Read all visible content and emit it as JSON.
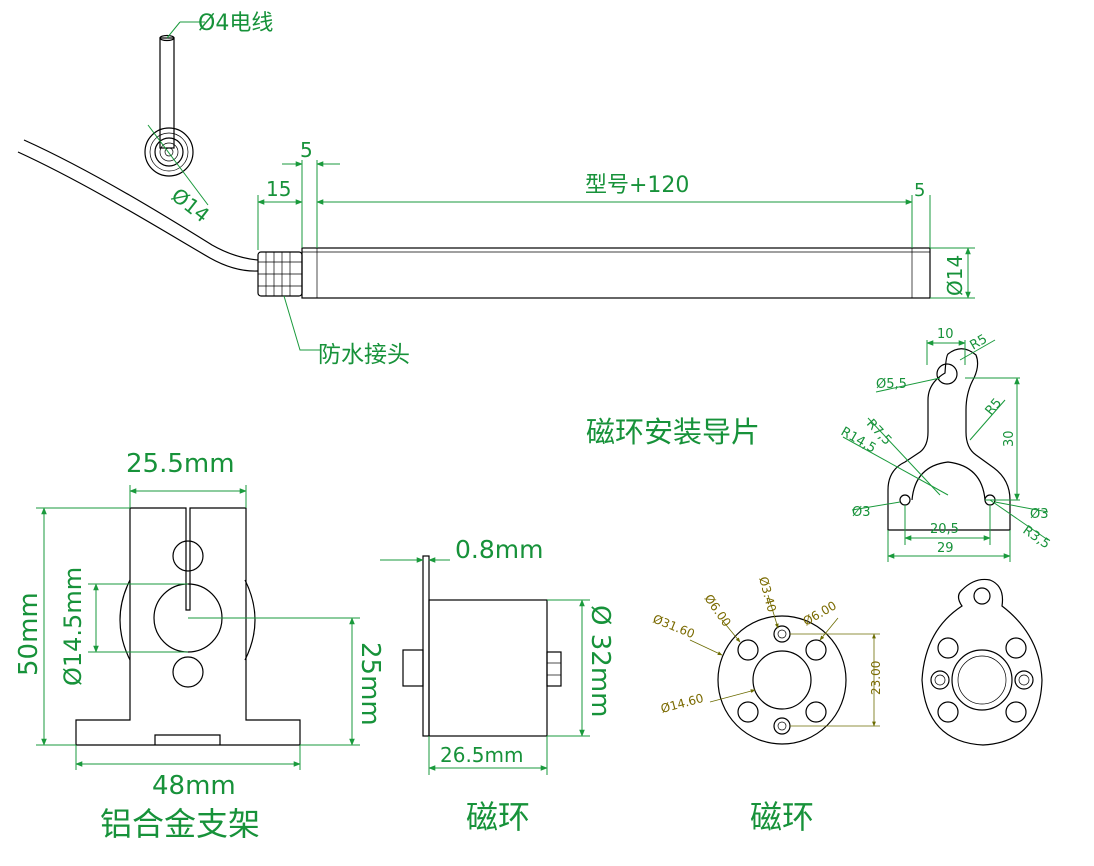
{
  "sensor": {
    "wire_label": "Ø4电线",
    "cable_dia_label": "Ø14",
    "dim_15": "15",
    "dim_5_left": "5",
    "dim_model": "型号+120",
    "dim_5_right": "5",
    "dim_body_dia": "Ø14",
    "gland_label": "防水接头"
  },
  "guide_plate": {
    "title": "磁环安装导片",
    "dim_10": "10",
    "dim_r5_top": "R5",
    "dim_hole": "Ø5,5",
    "dim_r5_side": "R5",
    "dim_r75": "R7,5",
    "dim_r145": "R14,5",
    "dim_30": "30",
    "dim_phi3_left": "Ø3",
    "dim_phi3_right": "Ø3",
    "dim_205": "20,5",
    "dim_r35": "R3,5",
    "dim_29": "29"
  },
  "bracket": {
    "dim_width_top": "25.5mm",
    "dim_height": "50mm",
    "dim_hole": "Ø14.5mm",
    "dim_center": "25mm",
    "dim_base": "48mm",
    "caption": "铝合金支架"
  },
  "ring_side": {
    "dim_flange": "0.8mm",
    "dim_dia": "Ø 32mm",
    "dim_len": "26.5mm",
    "caption": "磁环"
  },
  "ring_front": {
    "dim_3160": "Ø31.60",
    "dim_600a": "Ø6.00",
    "dim_340": "Ø3.40",
    "dim_600b": "Ø6.00",
    "dim_2300": "23.00",
    "dim_1460": "Ø14.60",
    "caption": "磁环"
  }
}
